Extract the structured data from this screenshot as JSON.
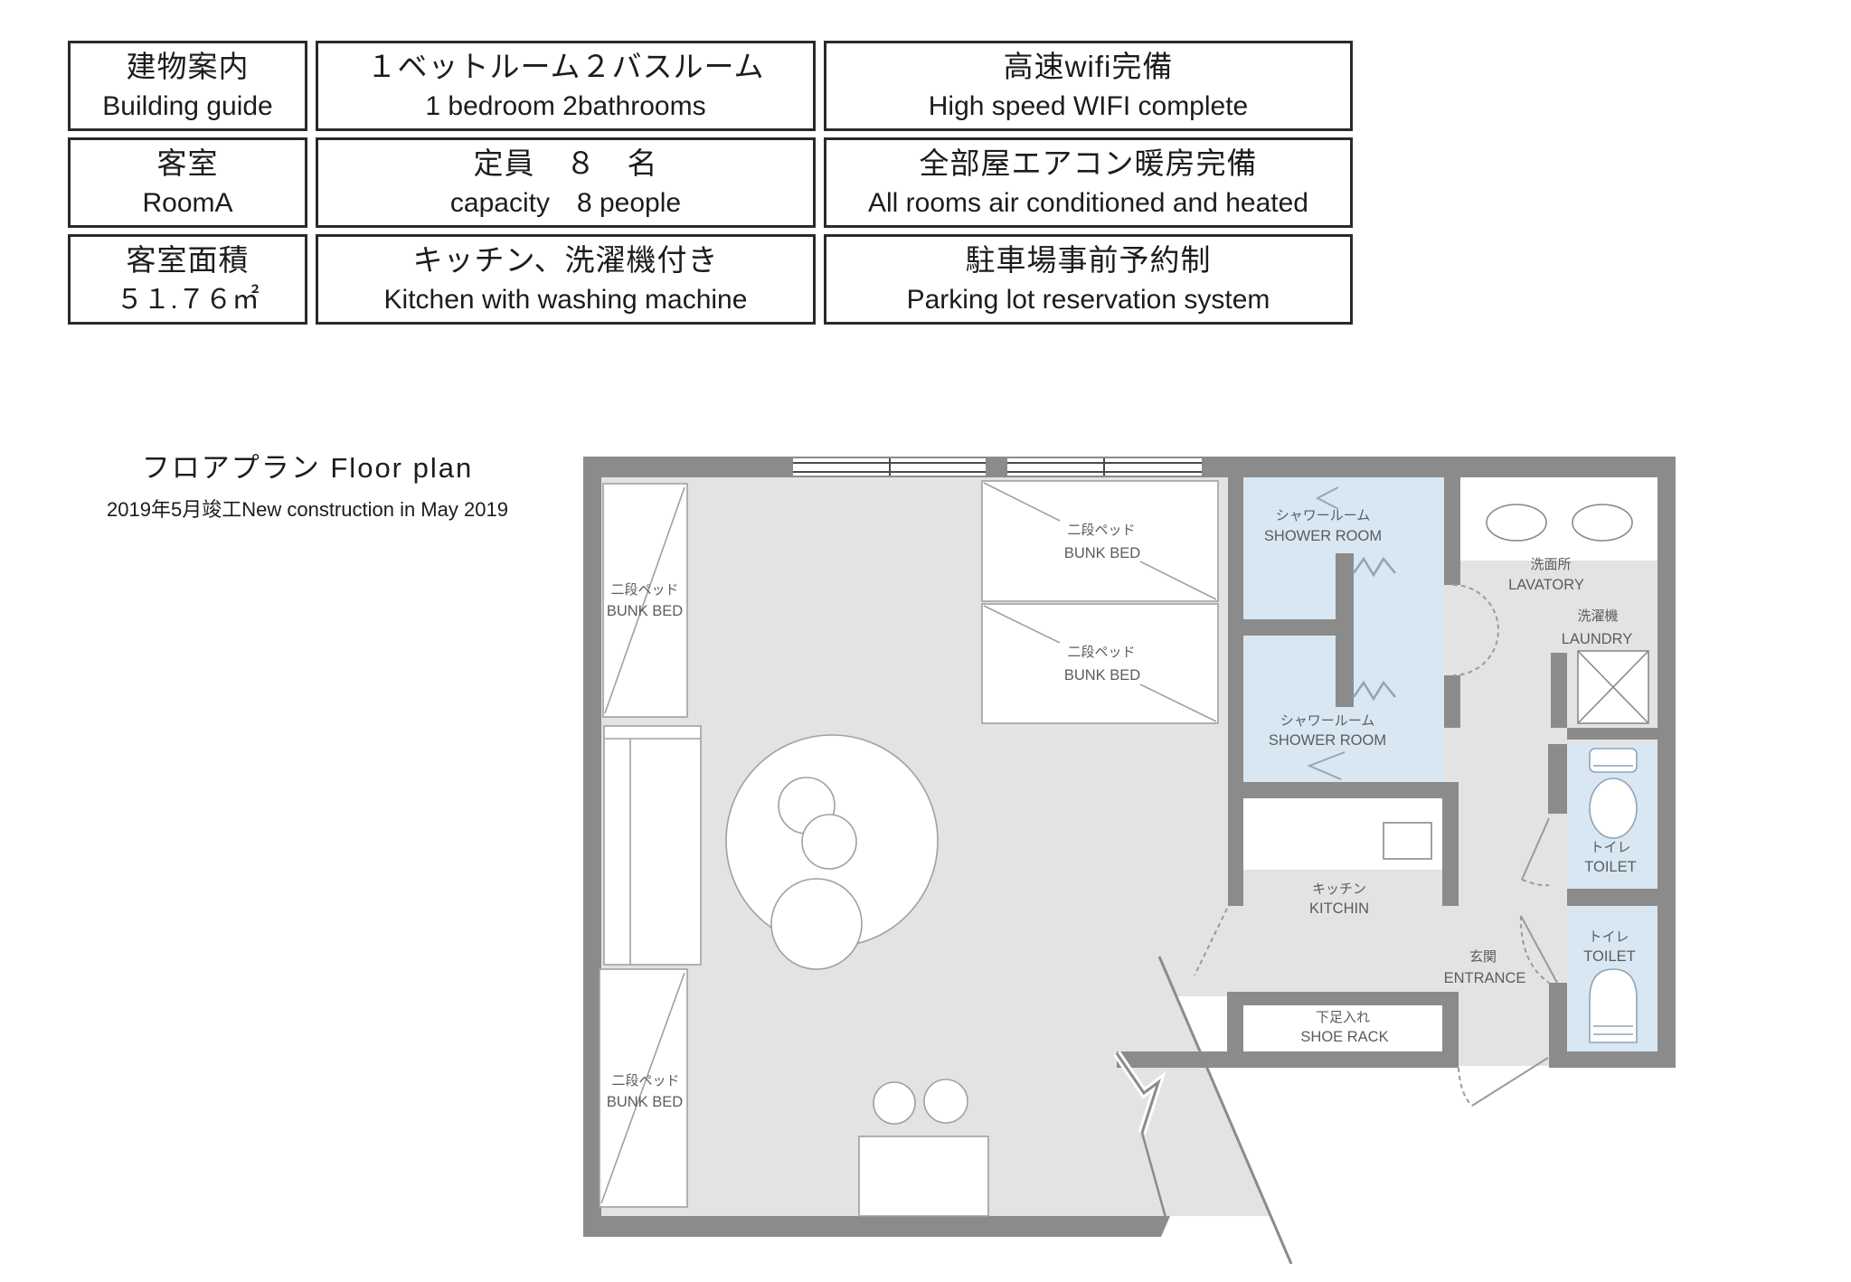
{
  "info_table": {
    "rows": [
      {
        "cells": [
          {
            "jp": "建物案内",
            "en": "Building guide"
          },
          {
            "jp": "１ベットルーム２バスルーム",
            "en": "1 bedroom 2bathrooms"
          },
          {
            "jp": "高速wifi完備",
            "en": "High speed WIFI complete"
          }
        ]
      },
      {
        "cells": [
          {
            "jp": "客室",
            "en": "RoomA"
          },
          {
            "jp": "定員　８　名",
            "en": "capacity　8 people"
          },
          {
            "jp": "全部屋エアコン暖房完備",
            "en": "All rooms air conditioned and heated"
          }
        ]
      },
      {
        "cells": [
          {
            "jp": "客室面積",
            "en": "５１.７６㎡"
          },
          {
            "jp": "キッチン、洗濯機付き",
            "en": "Kitchen with washing machine"
          },
          {
            "jp": "駐車場事前予約制",
            "en": "Parking lot reservation system"
          }
        ]
      }
    ]
  },
  "caption": {
    "jp": "フロアプラン",
    "en": "Floor plan",
    "subtitle": "2019年5月竣工New construction in May 2019"
  },
  "floor_plan": {
    "colors": {
      "wall": "#8b8b8b",
      "floor": "#e4e3e1",
      "wet_room": "#d8e7f2",
      "furniture_line": "#a0a0a0",
      "label": "#585d60"
    },
    "rooms": {
      "bunk_bed": {
        "jp": "二段ペッド",
        "en": "BUNK BED"
      },
      "shower_room": {
        "jp": "シャワールーム",
        "en": "SHOWER ROOM"
      },
      "lavatory": {
        "jp": "洗面所",
        "en": "LAVATORY"
      },
      "laundry": {
        "jp": "洗濯機",
        "en": "LAUNDRY"
      },
      "toilet": {
        "jp": "トイレ",
        "en": "TOILET"
      },
      "kitchen": {
        "jp": "キッチン",
        "en": "KITCHIN"
      },
      "entrance": {
        "jp": "玄関",
        "en": "ENTRANCE"
      },
      "shoe_rack": {
        "jp": "下足入れ",
        "en": "SHOE RACK"
      }
    }
  }
}
